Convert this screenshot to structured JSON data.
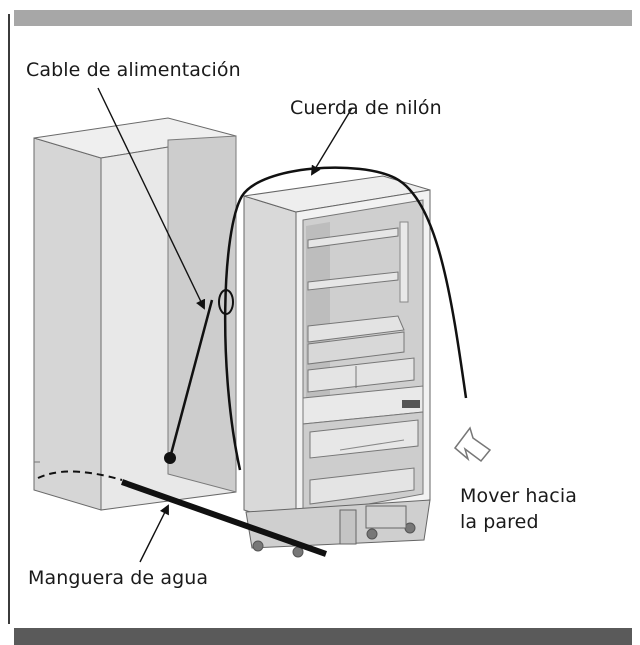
{
  "labels": {
    "power_cable": "Cable de alimentación",
    "nylon_rope": "Cuerda de nilón",
    "move_line1": "Mover hacia",
    "move_line2": "la pared",
    "water_hose": "Manguera de agua"
  }
}
